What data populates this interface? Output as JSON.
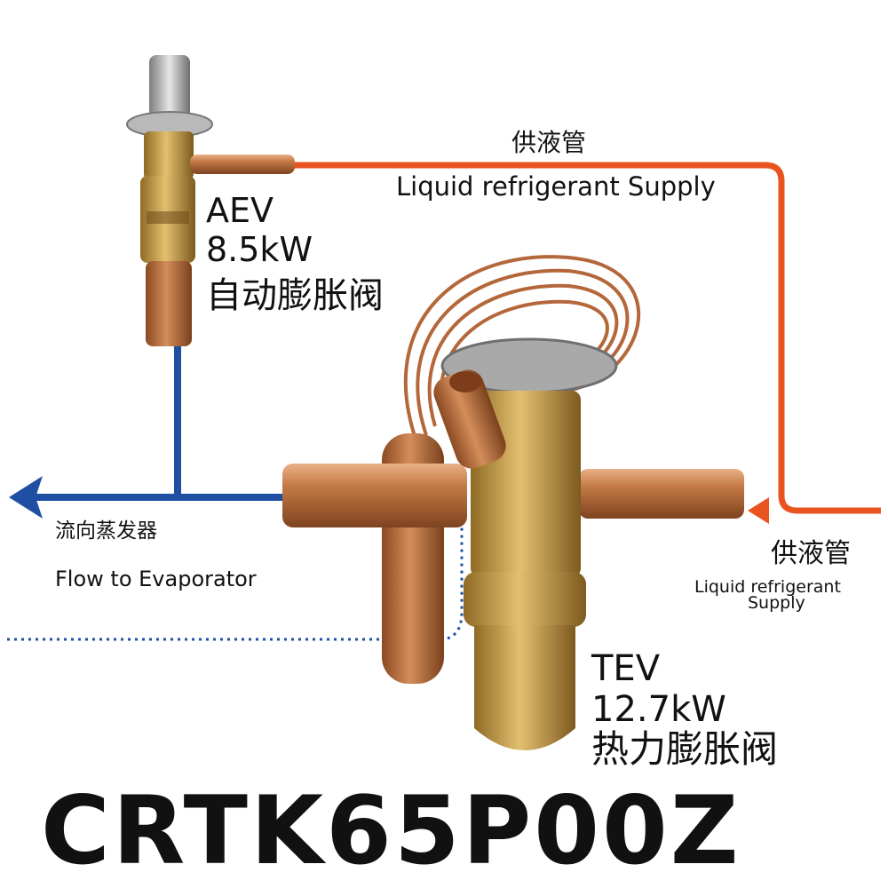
{
  "aev": {
    "name": "AEV",
    "power": "8.5kW",
    "name_cn": "自动膨胀阀"
  },
  "tev": {
    "name": "TEV",
    "power": "12.7kW",
    "name_cn": "热力膨胀阀"
  },
  "supply_top": {
    "cn": "供液管",
    "en": "Liquid refrigerant Supply"
  },
  "supply_right": {
    "cn": "供液管",
    "en_line1": "Liquid refrigerant",
    "en_line2": "Supply"
  },
  "flow": {
    "cn": "流向蒸发器",
    "en": "Flow to Evaporator"
  },
  "model": "CRTK65P00Z",
  "colors": {
    "supply_line": "#e8531f",
    "flow_line": "#1f4fa3",
    "copper": "#c47a45",
    "brass": "#c9a04a"
  }
}
